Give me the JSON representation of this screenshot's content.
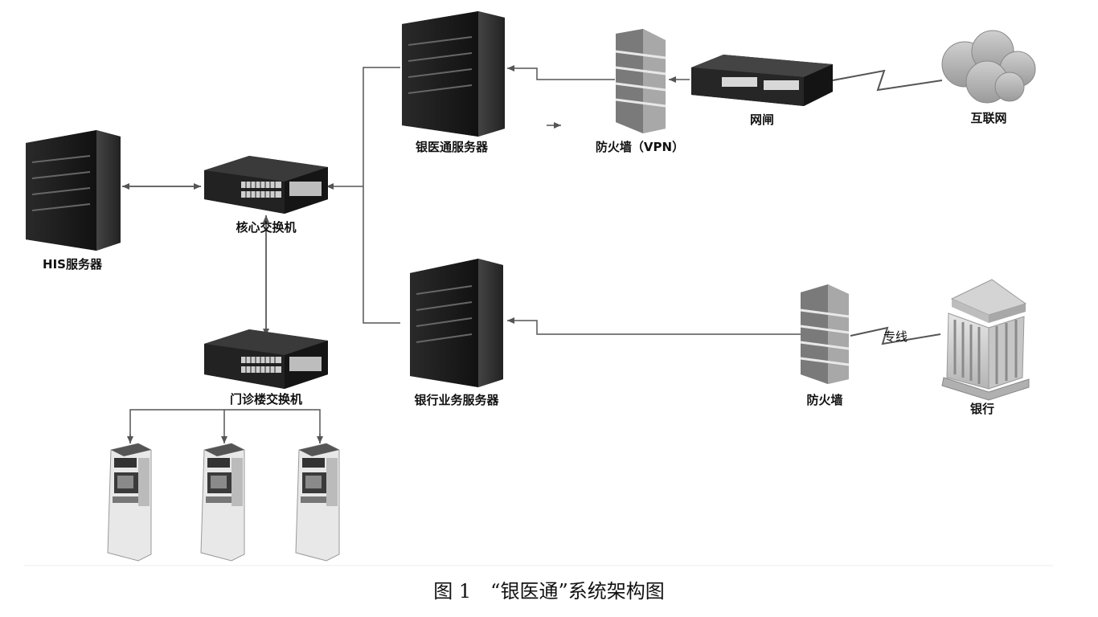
{
  "nodes": {
    "his_server": {
      "label": "HIS服务器"
    },
    "core_switch": {
      "label": "核心交换机"
    },
    "clinic_switch": {
      "label": "门诊楼交换机"
    },
    "yyt_server": {
      "label": "银医通服务器"
    },
    "bank_server": {
      "label": "银行业务服务器"
    },
    "firewall_vpn": {
      "label": "防火墙（VPN）"
    },
    "gateway": {
      "label": "网闸"
    },
    "internet": {
      "label": "互联网"
    },
    "firewall": {
      "label": "防火墙"
    },
    "bank": {
      "label": "银行"
    },
    "kiosks": [
      {},
      {},
      {}
    ]
  },
  "links": {
    "dedicated_line_label": "专线"
  },
  "caption": "图 1　“银医通”系统架构图"
}
